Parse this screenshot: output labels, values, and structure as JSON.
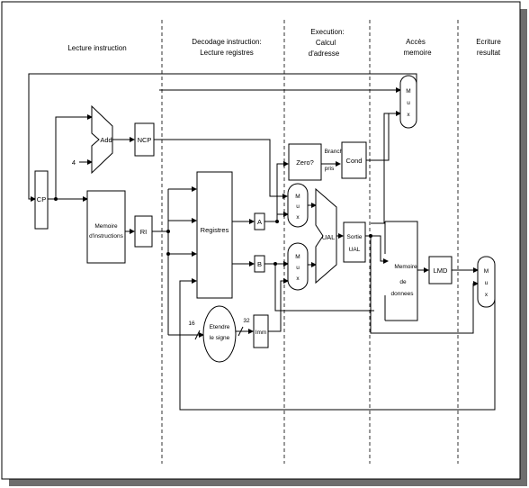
{
  "stages": {
    "fetch": "Lecture instruction",
    "decode_l1": "Decodage instruction:",
    "decode_l2": "Lecture registres",
    "exec_l1": "Execution:",
    "exec_l2": "Calcul",
    "exec_l3": "d'adresse",
    "mem_l1": "Accès",
    "mem_l2": "memoire",
    "wb_l1": "Ecriture",
    "wb_l2": "resultat"
  },
  "components": {
    "cp": "CP",
    "add": "Add",
    "four": "4",
    "ncp": "NCP",
    "imem_l1": "Memoire",
    "imem_l2": "d'instructions",
    "ri": "RI",
    "regs": "Registres",
    "a": "A",
    "b": "B",
    "sign_l1": "Etendre",
    "sign_l2": "le signe",
    "bits_in": "16",
    "bits_out": "32",
    "imm": "Imm",
    "zero": "Zero?",
    "branch_l1": "Branchement",
    "branch_l2": "pris",
    "cond": "Cond",
    "alu": "UAL",
    "aluout_l1": "Sortie",
    "aluout_l2": "UAL",
    "dmem_l1": "Memoire",
    "dmem_l2": "de",
    "dmem_l3": "donnees",
    "lmd": "LMD",
    "mux_letters": [
      "M",
      "u",
      "x"
    ]
  }
}
